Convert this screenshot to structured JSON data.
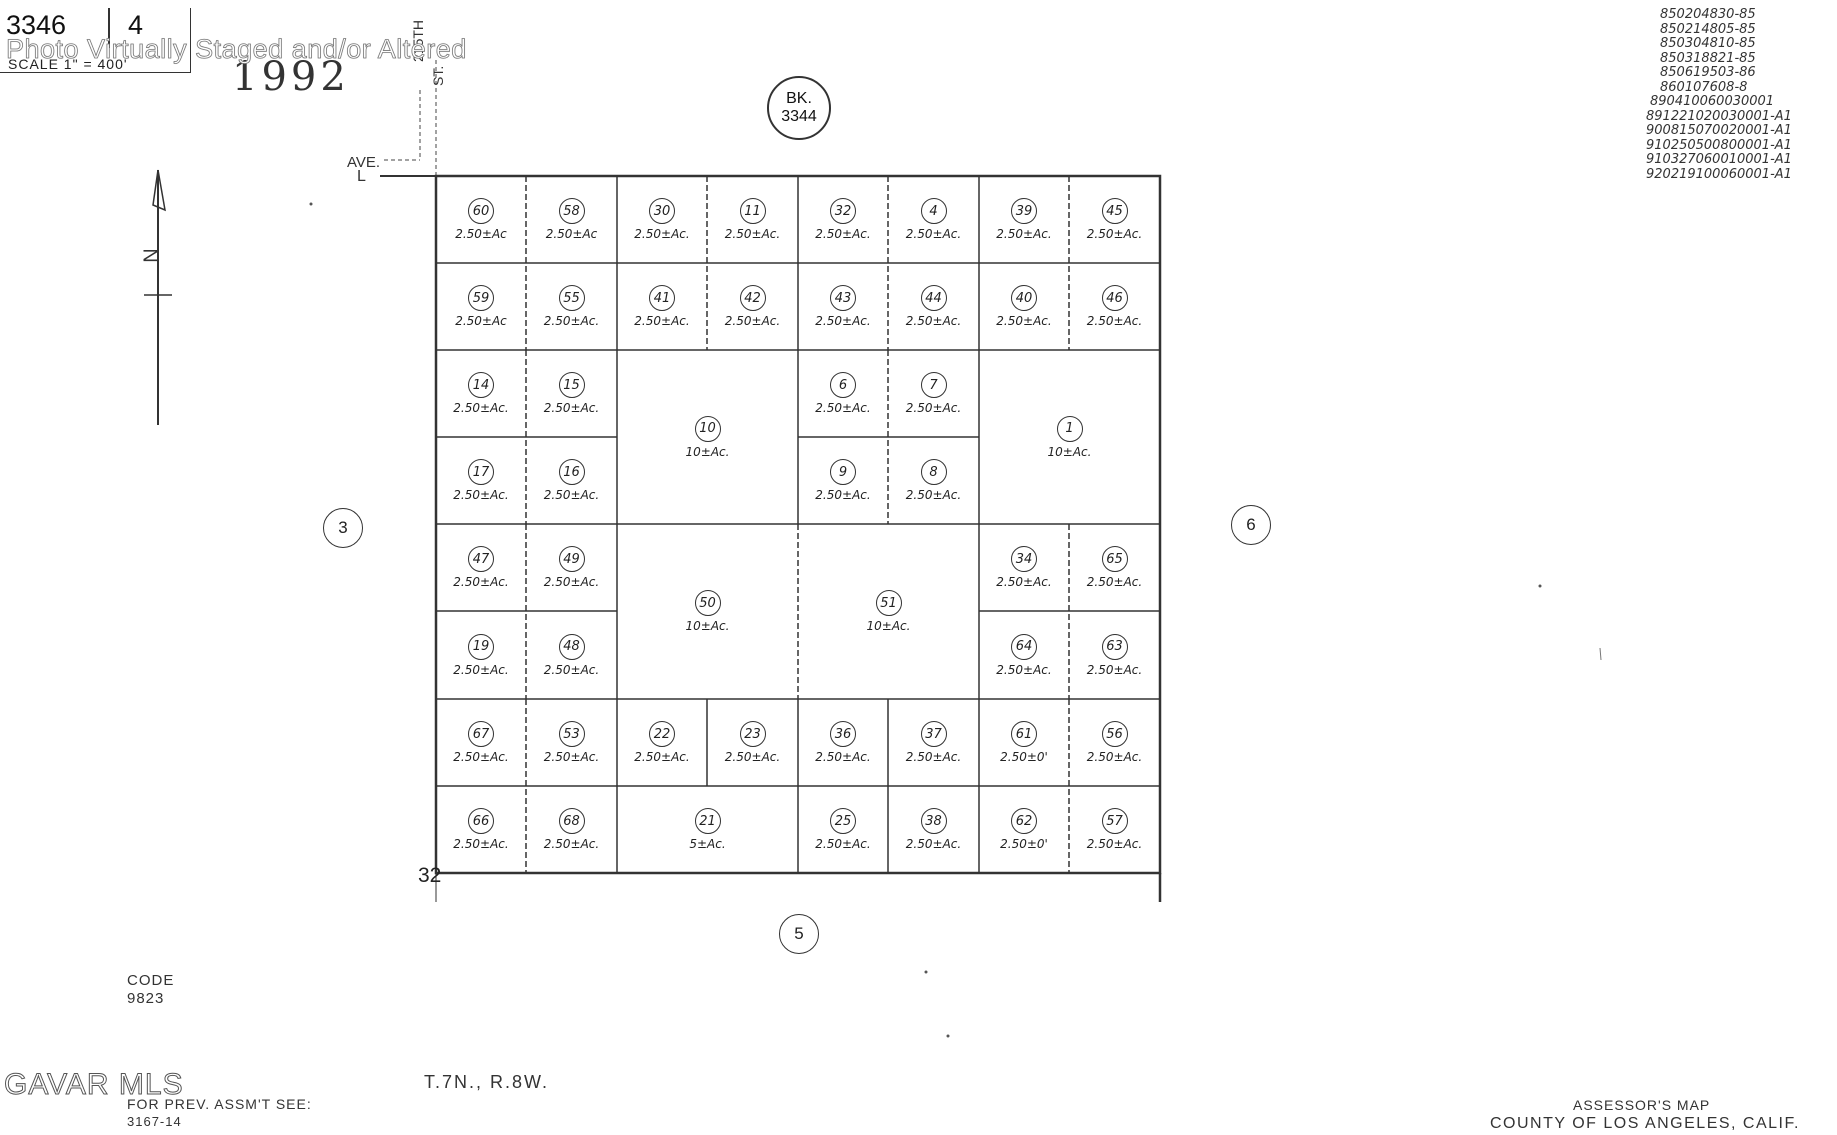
{
  "header": {
    "book": "3346",
    "page": "4",
    "scale": "SCALE 1\" = 400'",
    "year": "1992",
    "watermark": "Photo Virtually Staged and/or Altered"
  },
  "streets": {
    "vertical_1": "215TH",
    "vertical_2": "ST.",
    "ave": "AVE.",
    "ave_letter": "L"
  },
  "north_arrow": {
    "label": "N"
  },
  "book_circle": {
    "line1": "BK.",
    "line2": "3344"
  },
  "adjoining": {
    "west": "3",
    "east": "6",
    "south": "5"
  },
  "corner_label": "32",
  "parcels": [
    {
      "num": "60",
      "area": "2.50±Ac"
    },
    {
      "num": "58",
      "area": "2.50±Ac"
    },
    {
      "num": "30",
      "area": "2.50±Ac."
    },
    {
      "num": "11",
      "area": "2.50±Ac."
    },
    {
      "num": "32",
      "area": "2.50±Ac."
    },
    {
      "num": "4",
      "area": "2.50±Ac."
    },
    {
      "num": "39",
      "area": "2.50±Ac."
    },
    {
      "num": "45",
      "area": "2.50±Ac."
    },
    {
      "num": "59",
      "area": "2.50±Ac"
    },
    {
      "num": "55",
      "area": "2.50±Ac."
    },
    {
      "num": "41",
      "area": "2.50±Ac."
    },
    {
      "num": "42",
      "area": "2.50±Ac."
    },
    {
      "num": "43",
      "area": "2.50±Ac."
    },
    {
      "num": "44",
      "area": "2.50±Ac."
    },
    {
      "num": "40",
      "area": "2.50±Ac."
    },
    {
      "num": "46",
      "area": "2.50±Ac."
    },
    {
      "num": "14",
      "area": "2.50±Ac."
    },
    {
      "num": "15",
      "area": "2.50±Ac."
    },
    {
      "num": "10",
      "area": "10±Ac."
    },
    {
      "num": "6",
      "area": "2.50±Ac."
    },
    {
      "num": "7",
      "area": "2.50±Ac."
    },
    {
      "num": "1",
      "area": "10±Ac."
    },
    {
      "num": "17",
      "area": "2.50±Ac."
    },
    {
      "num": "16",
      "area": "2.50±Ac."
    },
    {
      "num": "9",
      "area": "2.50±Ac."
    },
    {
      "num": "8",
      "area": "2.50±Ac."
    },
    {
      "num": "47",
      "area": "2.50±Ac."
    },
    {
      "num": "49",
      "area": "2.50±Ac."
    },
    {
      "num": "50",
      "area": "10±Ac."
    },
    {
      "num": "51",
      "area": "10±Ac."
    },
    {
      "num": "34",
      "area": "2.50±Ac."
    },
    {
      "num": "65",
      "area": "2.50±Ac."
    },
    {
      "num": "19",
      "area": "2.50±Ac."
    },
    {
      "num": "48",
      "area": "2.50±Ac."
    },
    {
      "num": "64",
      "area": "2.50±Ac."
    },
    {
      "num": "63",
      "area": "2.50±Ac."
    },
    {
      "num": "67",
      "area": "2.50±Ac."
    },
    {
      "num": "53",
      "area": "2.50±Ac."
    },
    {
      "num": "22",
      "area": "2.50±Ac."
    },
    {
      "num": "23",
      "area": "2.50±Ac."
    },
    {
      "num": "36",
      "area": "2.50±Ac."
    },
    {
      "num": "37",
      "area": "2.50±Ac."
    },
    {
      "num": "61",
      "area": "2.50±0'"
    },
    {
      "num": "56",
      "area": "2.50±Ac."
    },
    {
      "num": "66",
      "area": "2.50±Ac."
    },
    {
      "num": "68",
      "area": "2.50±Ac."
    },
    {
      "num": "21",
      "area": "5±Ac."
    },
    {
      "num": "25",
      "area": "2.50±Ac."
    },
    {
      "num": "38",
      "area": "2.50±Ac."
    },
    {
      "num": "62",
      "area": "2.50±0'"
    },
    {
      "num": "57",
      "area": "2.50±Ac."
    }
  ],
  "records": [
    "850204830-85",
    "850214805-85",
    "850304810-85",
    "850318821-85",
    "850619503-86",
    "860107608-8",
    "890410060030001",
    "891221020030001-A1",
    "900815070020001-A1",
    "910250500800001-A1",
    "910327060010001-A1",
    "920219100060001-A1"
  ],
  "footer": {
    "code_label": "CODE",
    "code_value": "9823",
    "mls": "GAVAR MLS",
    "prev_label": "FOR PREV. ASSM'T SEE:",
    "prev_value": "3167-14",
    "township": "T.7N., R.8W.",
    "assessor_title": "ASSESSOR'S MAP",
    "assessor_county": "COUNTY OF LOS ANGELES, CALIF."
  }
}
